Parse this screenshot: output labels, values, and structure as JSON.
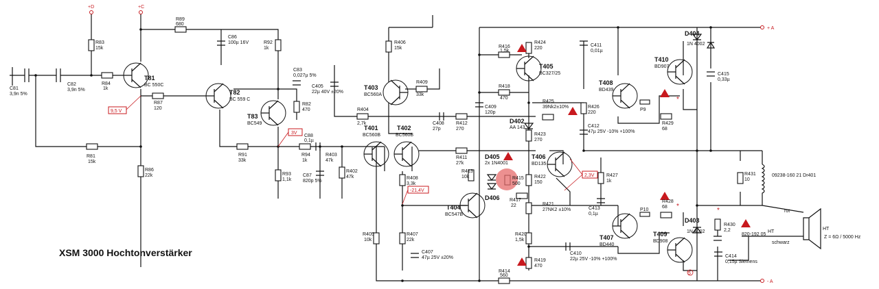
{
  "title": "XSM 3000 Hochtonverstärker",
  "rails": {
    "plus_d": "+D",
    "plus_c": "+C",
    "plus_a": "+ A",
    "minus_a": "- A"
  },
  "transistors": [
    {
      "ref": "T81",
      "type": "BC 550C"
    },
    {
      "ref": "T82",
      "type": "BC 559 C"
    },
    {
      "ref": "T83",
      "type": "BC549"
    },
    {
      "ref": "T401",
      "type": "BC560B"
    },
    {
      "ref": "T402",
      "type": "BC560B"
    },
    {
      "ref": "T403",
      "type": "BC560A"
    },
    {
      "ref": "T404",
      "type": "BC547B"
    },
    {
      "ref": "T405",
      "type": "BC327/25"
    },
    {
      "ref": "T406",
      "type": "BD135"
    },
    {
      "ref": "T407",
      "type": "BD440"
    },
    {
      "ref": "T408",
      "type": "BD439"
    },
    {
      "ref": "T409",
      "type": "BD908"
    },
    {
      "ref": "T410",
      "type": "BD907"
    }
  ],
  "components": {
    "R83": "15k",
    "C81": "3,9n 5%",
    "C82": "3,9n 5%",
    "R84": "1k",
    "R81": "15k",
    "R86": "22k",
    "R87": "120",
    "R89": "680",
    "C86": "100µ 16V",
    "R92": "1k",
    "C83": "0,027µ 5%",
    "R82": "470",
    "R91": "33k",
    "R93": "1,1k",
    "C405": "22µ 40V ±20%",
    "C88": "0,1µ",
    "R94": "1k",
    "C87": "820p 5%",
    "R403": "47k",
    "R402": "47k",
    "R406": "15k",
    "R409": "33k",
    "R404": "2,7k",
    "C408": "27p",
    "R412": "270",
    "R411": "27k",
    "R408": "3,3k",
    "R413": "10k",
    "R405": "10k",
    "R407": "22k",
    "C407": "47µ 25V ±20%",
    "R416": "1,5k",
    "R424": "220",
    "R418": "470",
    "C409": "120p",
    "R425": "39Nk2±10%",
    "D402": "AA 143",
    "R423": "270",
    "C411": "0,01µ",
    "R426": "220",
    "C412": "47µ 25V -10% +100%",
    "D405": "2x 1N4001",
    "R415": "500",
    "R422": "150",
    "R417": "22",
    "R421": "27NK2 ±10%",
    "R420": "1,5k",
    "R419": "470",
    "R414": "560",
    "C410": "22µ 25V -10% +100%",
    "R427": "1k",
    "C413": "0,1µ",
    "D404": "1N 4002",
    "D403": "1N 4002",
    "C415": "0,33µ",
    "R429": "68",
    "R428": "68",
    "R431": "10",
    "L401": "09238-160 21 Dr401",
    "R430": "2,2",
    "C414": "0,15µ Siemens",
    "HT_spec": "Z = 6Ω / 5000 Hz"
  },
  "labels": {
    "d406": "D406",
    "p9": "P9",
    "p10": "P10",
    "nr": "820-192 05",
    "rot": "rot",
    "schwarz": "schwarz",
    "ht": "HT",
    "ht2": "HT",
    "five": "5"
  },
  "voltages": {
    "v1": "9,5 V",
    "v2": "3V",
    "v3": "-21,4V",
    "v4": "2,3V"
  },
  "colors": {
    "wire": "#111111",
    "annotation": "#c8191e",
    "highlight": "#e66b6b"
  }
}
